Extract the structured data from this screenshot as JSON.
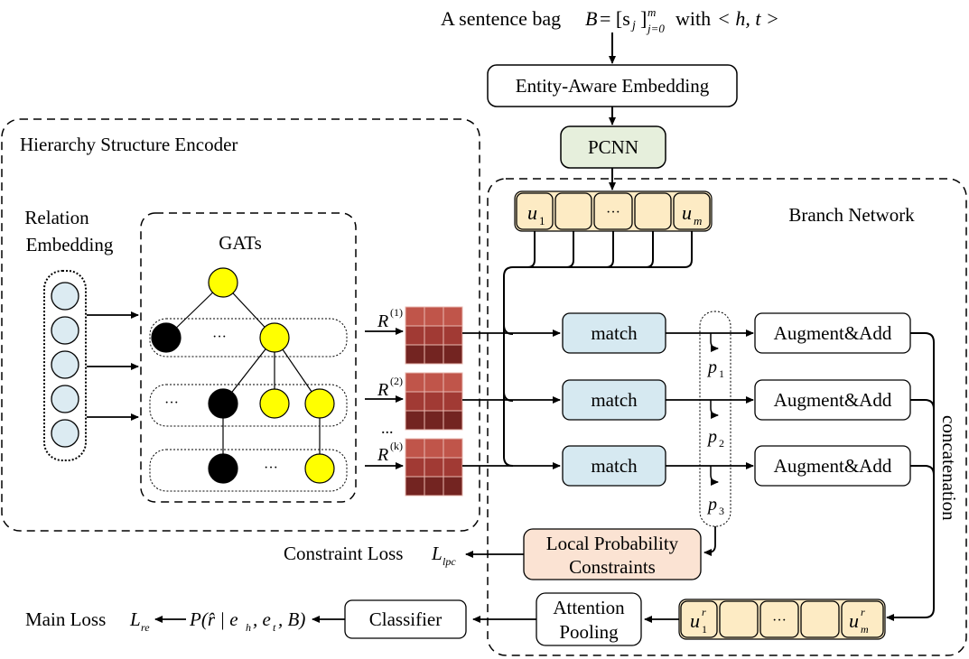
{
  "header": {
    "input_prefix": "A sentence bag",
    "input_formula_lhs": "B",
    "input_formula_rhs": "= [s",
    "input_formula_idx": "j",
    "input_formula_close": "]",
    "input_sup": "m",
    "input_sub": "j=0",
    "input_with": "with",
    "input_tuple": "< h, t >"
  },
  "modules": {
    "entity_embedding": "Entity-Aware Embedding",
    "pcnn": "PCNN",
    "hse_title": "Hierarchy Structure Encoder",
    "relation_embedding_line1": "Relation",
    "relation_embedding_line2": "Embedding",
    "gats": "GATs",
    "branch_network": "Branch Network",
    "match": [
      "match",
      "match",
      "match"
    ],
    "augment": [
      "Augment&Add",
      "Augment&Add",
      "Augment&Add"
    ],
    "local_prob_line1": "Local Probability",
    "local_prob_line2": "Constraints",
    "attention_line1": "Attention",
    "attention_line2": "Pooling",
    "classifier": "Classifier",
    "concatenation": "concatenation"
  },
  "symbols": {
    "u1": "u",
    "u1_sub": "1",
    "um": "u",
    "um_sub": "m",
    "ellipsis": "···",
    "ur1": "u",
    "ur1_sub": "1",
    "ur1_sup": "r",
    "urm": "u",
    "urm_sub": "m",
    "urm_sup": "r",
    "R1": "R",
    "R1_sup": "(1)",
    "R2": "R",
    "R2_sup": "(2)",
    "Rk": "R",
    "Rk_sup": "(k)",
    "r_dots": "...",
    "p1": "p",
    "p1_sub": "1",
    "p2": "p",
    "p2_sub": "2",
    "p3": "p",
    "p3_sub": "3"
  },
  "losses": {
    "constraint_label": "Constraint Loss",
    "constraint_sym": "L",
    "constraint_sub": "lpc",
    "main_label": "Main Loss",
    "main_sym": "L",
    "main_sub": "re",
    "prob_expr": "P(r̂ | e",
    "prob_h": "h",
    "prob_mid": ", e",
    "prob_t": "t",
    "prob_end": ", B)"
  },
  "colors": {
    "pcnn_fill": "#e6efdc",
    "match_fill": "#d6e9f1",
    "local_prob_fill": "#fbe3d3",
    "token_fill": "#fdebc4",
    "node_yellow": "#ffff00",
    "node_black": "#000000",
    "embed_fill": "#dcebf2",
    "matrix_colors": [
      "#c0554a",
      "#a13a34",
      "#732421"
    ]
  }
}
